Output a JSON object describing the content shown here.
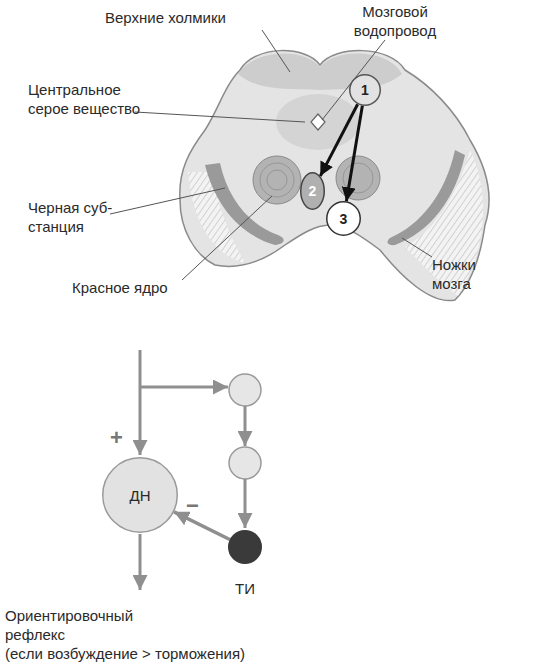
{
  "diagram": {
    "nodes": [
      {
        "text": [
          "1"
        ]
      },
      {
        "text": [
          "2"
        ]
      },
      {
        "text": [
          "3"
        ]
      },
      {
        "text": [
          "ДН"
        ]
      },
      {
        "text": [
          "ТИ"
        ]
      }
    ],
    "edges": [
      {
        "from": 0,
        "to": 1,
        "arrow": "to"
      },
      {
        "from": 0,
        "to": 2,
        "arrow": "to"
      },
      {
        "from": 4,
        "to": 3,
        "arrow": "to"
      }
    ],
    "labels": [
      "Верхние холмики",
      "Мозговой водопровод",
      "Центральное серое вещество",
      "Черная суб- станция",
      "Красное ядро",
      "Ножки мозга",
      "+",
      "−",
      "Ориентировочный рефлекс",
      "(если возбуждение > торможения)"
    ]
  }
}
